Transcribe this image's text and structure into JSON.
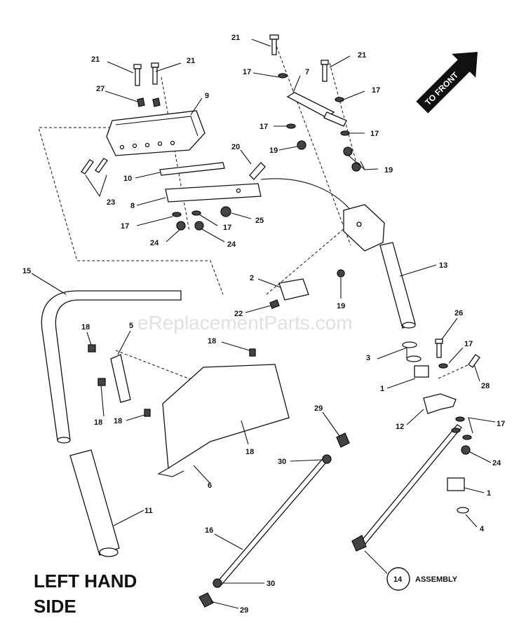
{
  "title_line1": "LEFT HAND",
  "title_line2": "SIDE",
  "direction_label": "TO FRONT",
  "watermark": "eReplacementParts.com",
  "assembly_ref": {
    "number": "14",
    "label": "ASSEMBLY"
  },
  "callouts": [
    "21",
    "21",
    "21",
    "21",
    "17",
    "17",
    "17",
    "17",
    "7",
    "27",
    "9",
    "19",
    "19",
    "20",
    "10",
    "23",
    "8",
    "17",
    "17",
    "25",
    "24",
    "24",
    "15",
    "2",
    "13",
    "22",
    "19",
    "18",
    "5",
    "18",
    "26",
    "17",
    "3",
    "28",
    "1",
    "18",
    "18",
    "12",
    "17",
    "29",
    "18",
    "30",
    "6",
    "24",
    "1",
    "11",
    "16",
    "4",
    "30",
    "29"
  ]
}
